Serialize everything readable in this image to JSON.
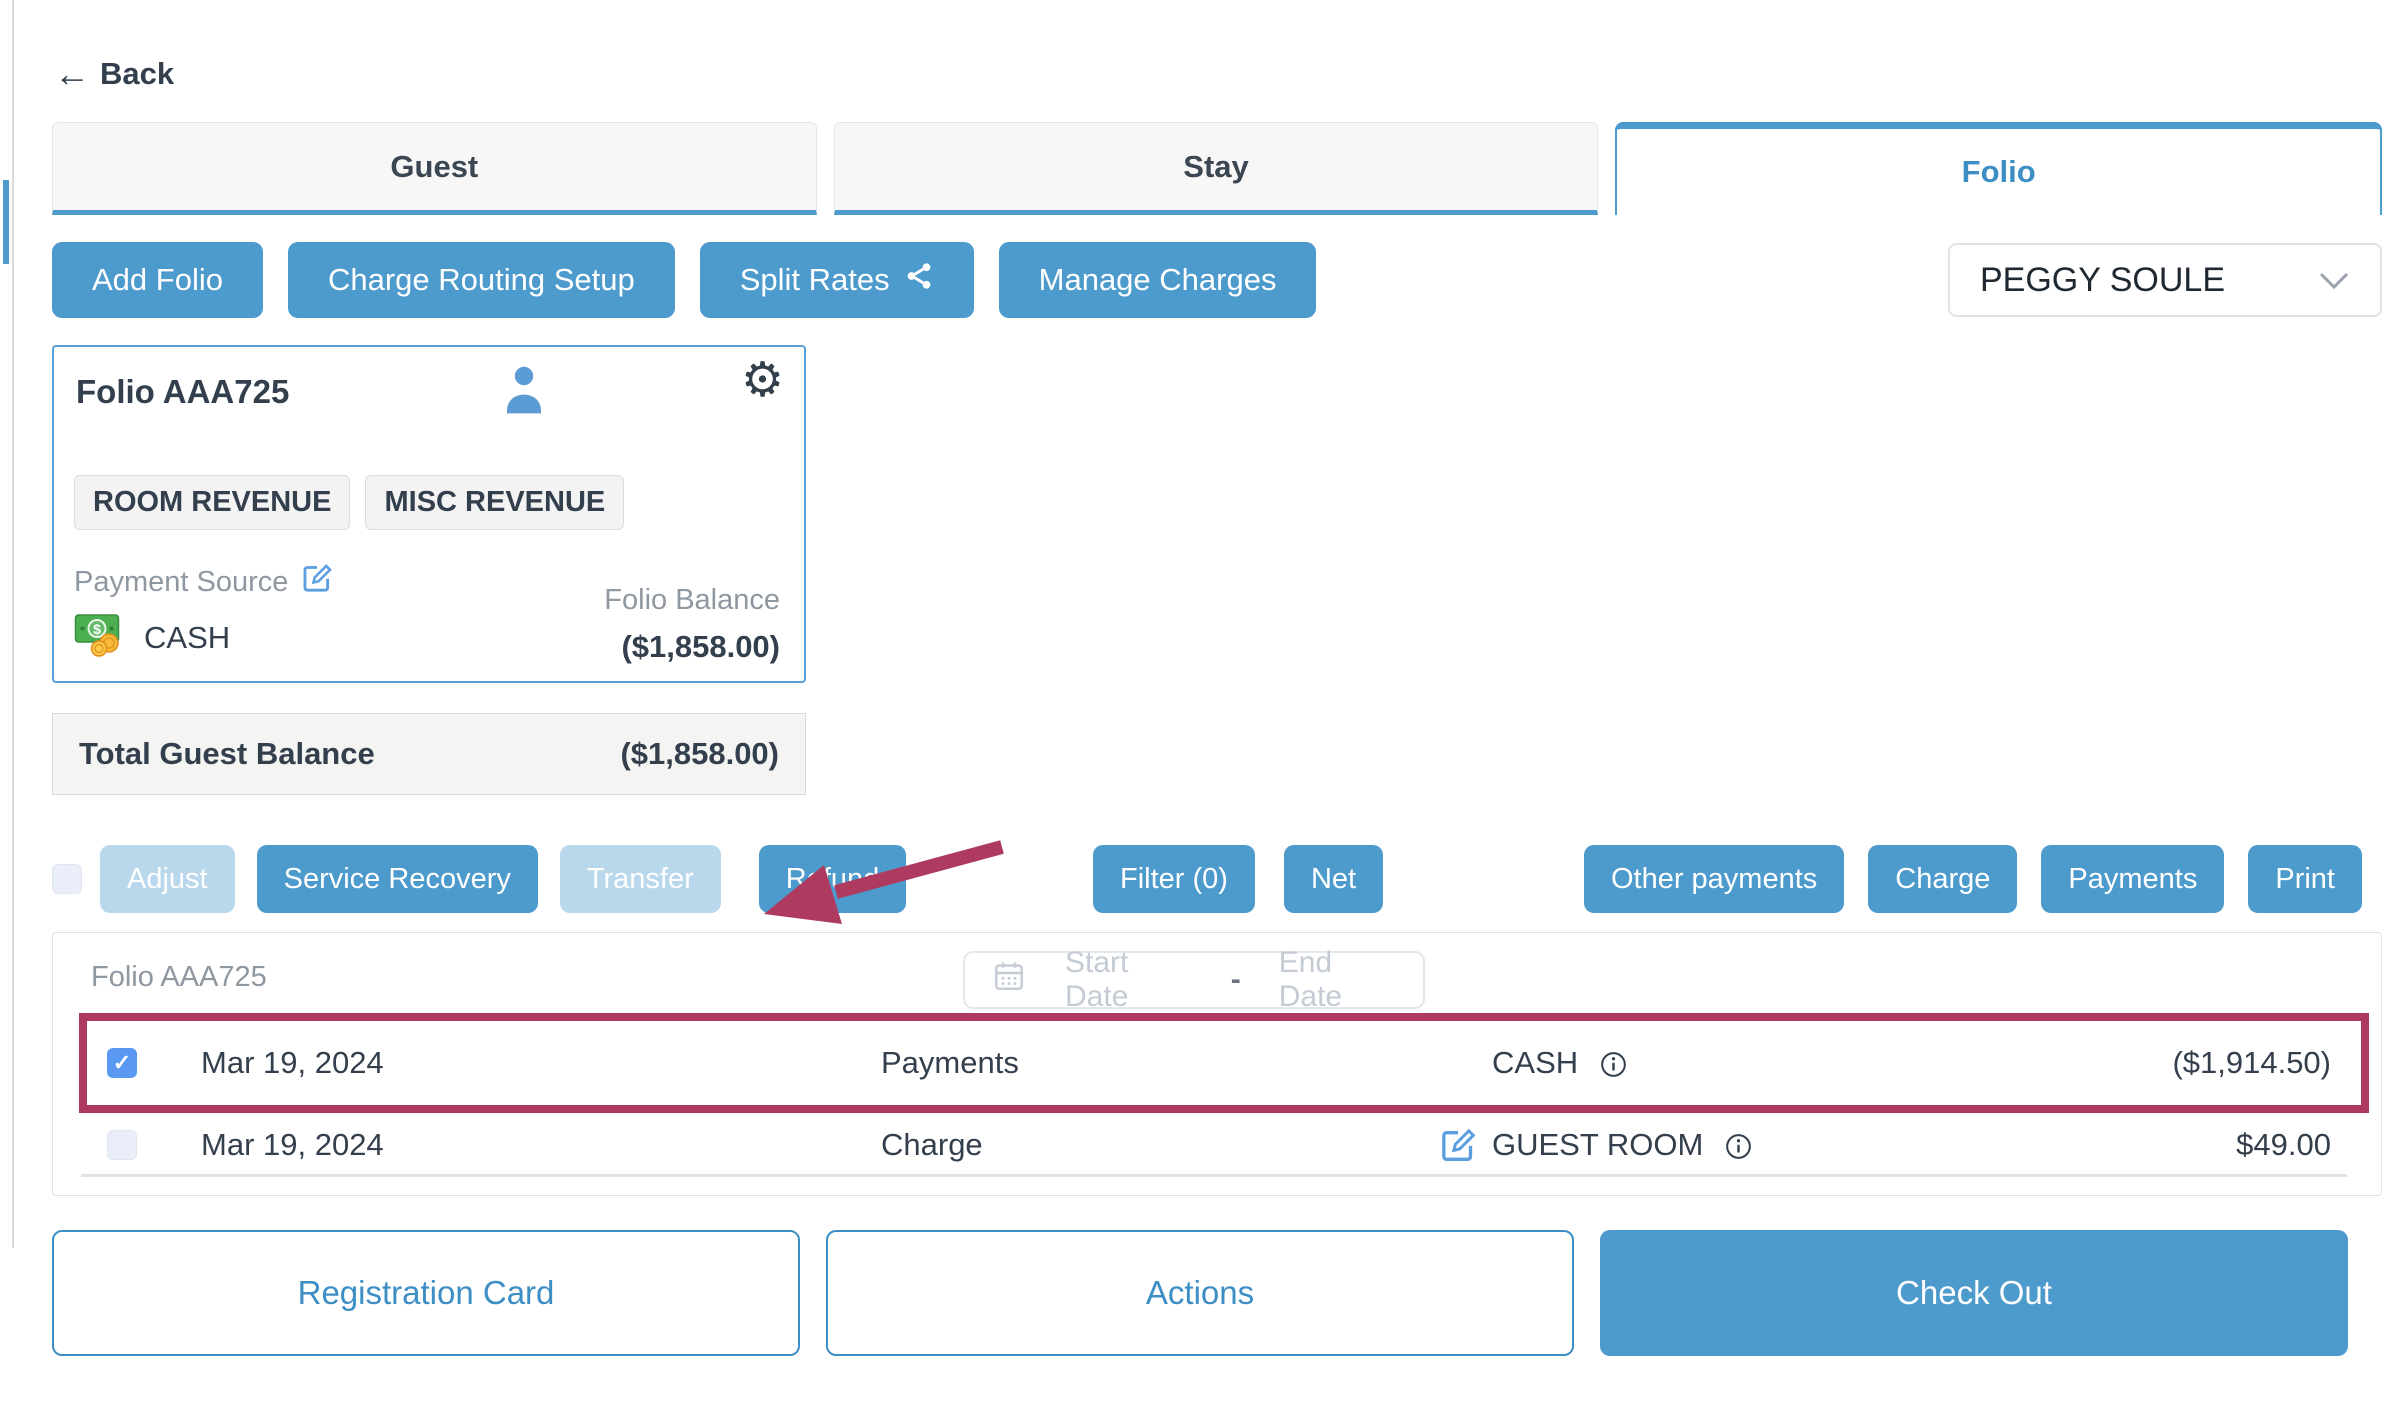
{
  "icons": {
    "back_arrow": "←",
    "gear": "⚙",
    "check": "✓"
  },
  "colors": {
    "primary_blue": "#4d9acd",
    "disabled_blue": "#b9d8ec",
    "active_tab_text": "#3d8ec5",
    "annotation_maroon": "#ae3b5f",
    "dark_text": "#3a4652",
    "gray_text": "#8f97a1",
    "checked_checkbox": "#5999f1",
    "card_border": "#5a9fd8"
  },
  "page": {
    "back_label": "Back",
    "tabs": [
      {
        "label": "Guest",
        "active": false
      },
      {
        "label": "Stay",
        "active": false
      },
      {
        "label": "Folio",
        "active": true
      }
    ],
    "toolbar": {
      "add_folio": "Add Folio",
      "charge_routing": "Charge Routing Setup",
      "split_rates": "Split Rates",
      "manage_charges": "Manage Charges",
      "guest_selector_value": "PEGGY SOULE"
    },
    "folio_card": {
      "title": "Folio AAA725",
      "tags": [
        "ROOM REVENUE",
        "MISC REVENUE"
      ],
      "payment_source_label": "Payment Source",
      "payment_source_value": "CASH",
      "balance_label": "Folio Balance",
      "balance_value": "($1,858.00)"
    },
    "total_balance": {
      "label": "Total Guest Balance",
      "value": "($1,858.00)"
    },
    "ops": {
      "adjust": "Adjust",
      "service_recovery": "Service Recovery",
      "transfer": "Transfer",
      "refund": "Refund",
      "filter": "Filter (0)",
      "net": "Net",
      "other_payments": "Other payments",
      "charge": "Charge",
      "payments": "Payments",
      "print": "Print"
    },
    "table": {
      "title": "Folio AAA725",
      "start_placeholder": "Start Date",
      "separator": "-",
      "end_placeholder": "End Date",
      "rows": [
        {
          "date": "Mar 19, 2024",
          "type": "Payments",
          "description": "CASH",
          "amount": "($1,914.50)",
          "checked": true,
          "highlighted": true
        },
        {
          "date": "Mar 19, 2024",
          "type": "Charge",
          "description": "GUEST ROOM",
          "amount": "$49.00",
          "checked": false,
          "highlighted": false
        }
      ]
    },
    "footer": {
      "registration_card": "Registration Card",
      "actions": "Actions",
      "check_out": "Check Out"
    }
  }
}
